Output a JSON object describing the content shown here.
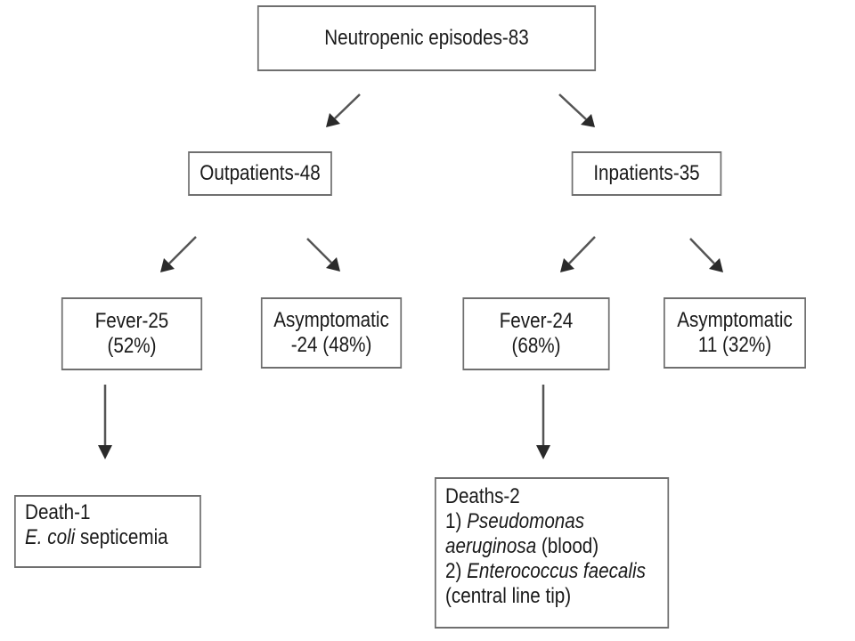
{
  "diagram": {
    "type": "flowchart",
    "colors": {
      "box_border": "#6f6f6f",
      "arrow": "#555555",
      "text": "#1a1a1a",
      "background": "#ffffff"
    },
    "nodes": {
      "root": {
        "label": "Neutropenic episodes-83"
      },
      "outpatients": {
        "label": "Outpatients-48"
      },
      "inpatients": {
        "label": "Inpatients-35"
      },
      "out_fever": {
        "line1": "Fever-25",
        "line2": "(52%)"
      },
      "out_asymptomatic": {
        "line1": "Asymptomatic",
        "line2": "-24 (48%)"
      },
      "in_fever": {
        "line1": "Fever-24",
        "line2": "(68%)"
      },
      "in_asymptomatic": {
        "line1": "Asymptomatic",
        "line2": "11 (32%)"
      },
      "out_death": {
        "line1": "Death-1",
        "organism": "E. coli",
        "detail": "septicemia"
      },
      "in_deaths": {
        "line1": "Deaths-2",
        "item1_prefix": "1)",
        "item1_organism_part1": "Pseudomonas",
        "item1_organism_part2": "aeruginosa",
        "item1_source": "(blood)",
        "item2_prefix": "2)",
        "item2_organism": "Enterococcus faecalis",
        "item2_source": "(central line tip)"
      }
    },
    "edges": [
      {
        "from": "root",
        "to": "outpatients"
      },
      {
        "from": "root",
        "to": "inpatients"
      },
      {
        "from": "outpatients",
        "to": "out_fever"
      },
      {
        "from": "outpatients",
        "to": "out_asymptomatic"
      },
      {
        "from": "inpatients",
        "to": "in_fever"
      },
      {
        "from": "inpatients",
        "to": "in_asymptomatic"
      },
      {
        "from": "out_fever",
        "to": "out_death"
      },
      {
        "from": "in_fever",
        "to": "in_deaths"
      }
    ]
  }
}
